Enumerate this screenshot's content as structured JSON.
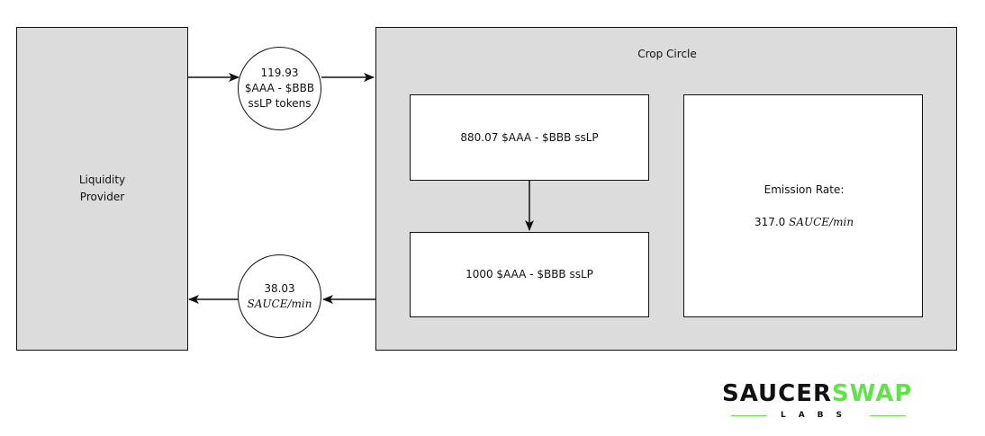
{
  "provider": {
    "label_line1": "Liquidity",
    "label_line2": "Provider"
  },
  "crop_circle": {
    "title": "Crop Circle"
  },
  "deposit_token": {
    "amount": "119.93",
    "pair": "$AAA - $BBB",
    "unit": "ssLP tokens"
  },
  "reward_token": {
    "amount": "38.03",
    "rate": "SAUCE/min"
  },
  "staked_box": {
    "text": "880.07 $AAA - $BBB ssLP"
  },
  "total_box": {
    "text": "1000 $AAA - $BBB ssLP"
  },
  "emission": {
    "label": "Emission Rate:",
    "value": "317.0",
    "unit": "SAUCE/min"
  },
  "logo": {
    "word1": "SAUCER",
    "word2": "SWAP",
    "sub": "LABS"
  },
  "colors": {
    "panel": "#dcdcdc",
    "stroke": "#111111",
    "brand_green": "#63e04a"
  }
}
